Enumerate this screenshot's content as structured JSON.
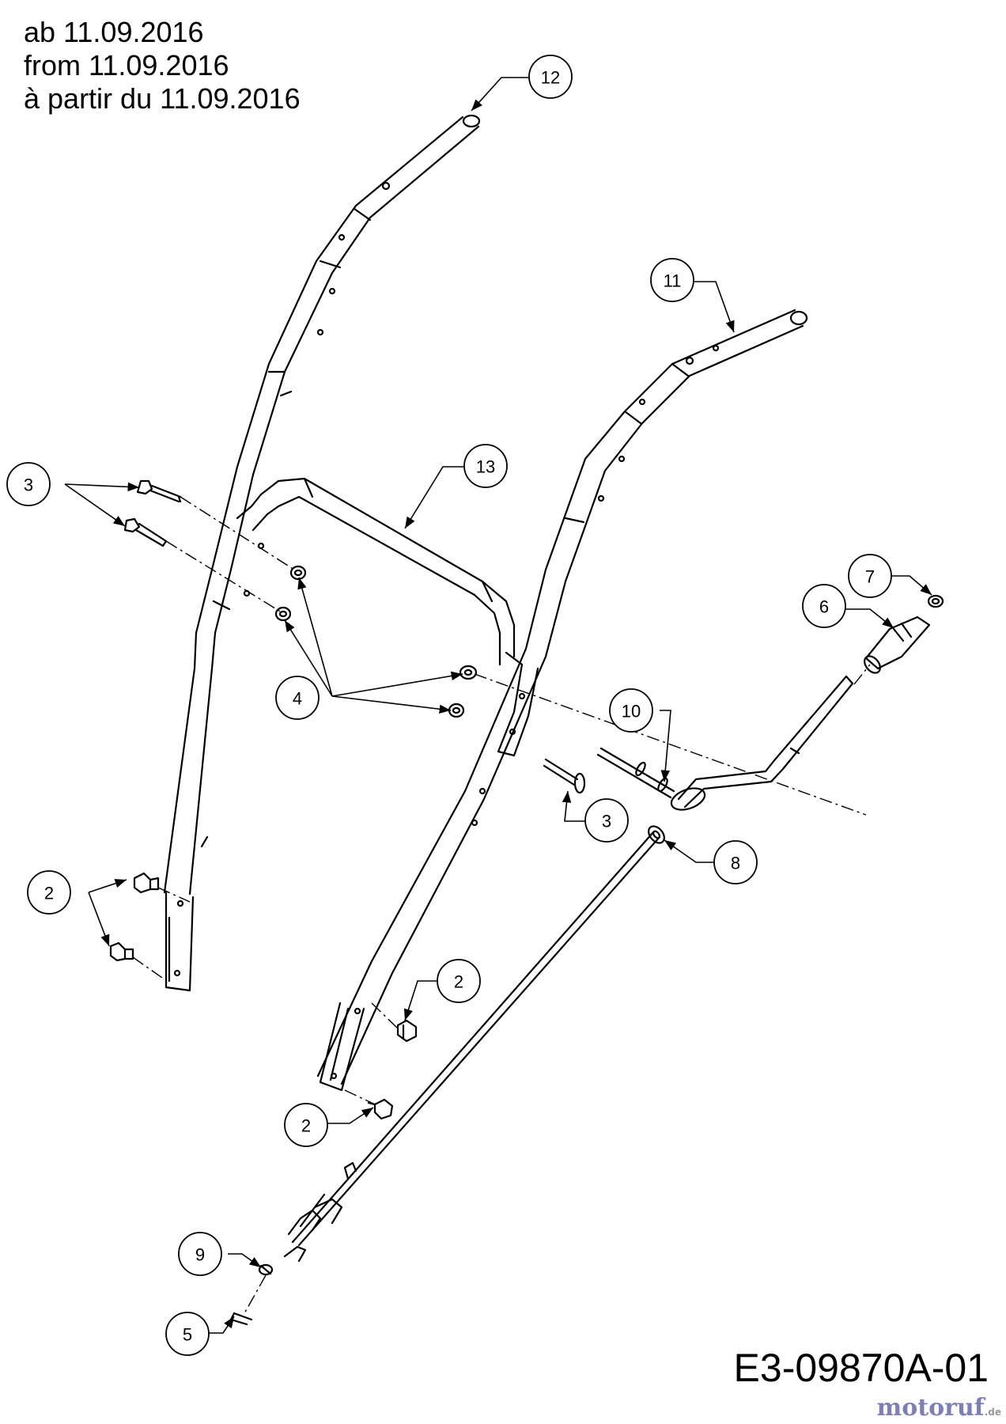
{
  "header": {
    "lines": [
      "ab 11.09.2016",
      "from 11.09.2016",
      "à partir du 11.09.2016"
    ]
  },
  "drawing_number": "E3-09870A-01",
  "watermark": {
    "brand": "motoruf",
    "domain": ".de"
  },
  "callouts": {
    "c12": "12",
    "c11": "11",
    "c13": "13",
    "c3a": "3",
    "c3b": "3",
    "c4": "4",
    "c7": "7",
    "c6": "6",
    "c10": "10",
    "c8": "8",
    "c2a": "2",
    "c2b": "2",
    "c2c": "2",
    "c9": "9",
    "c5": "5"
  },
  "colors": {
    "line": "#000000",
    "background": "#ffffff",
    "watermark": "#7f7fb8"
  }
}
